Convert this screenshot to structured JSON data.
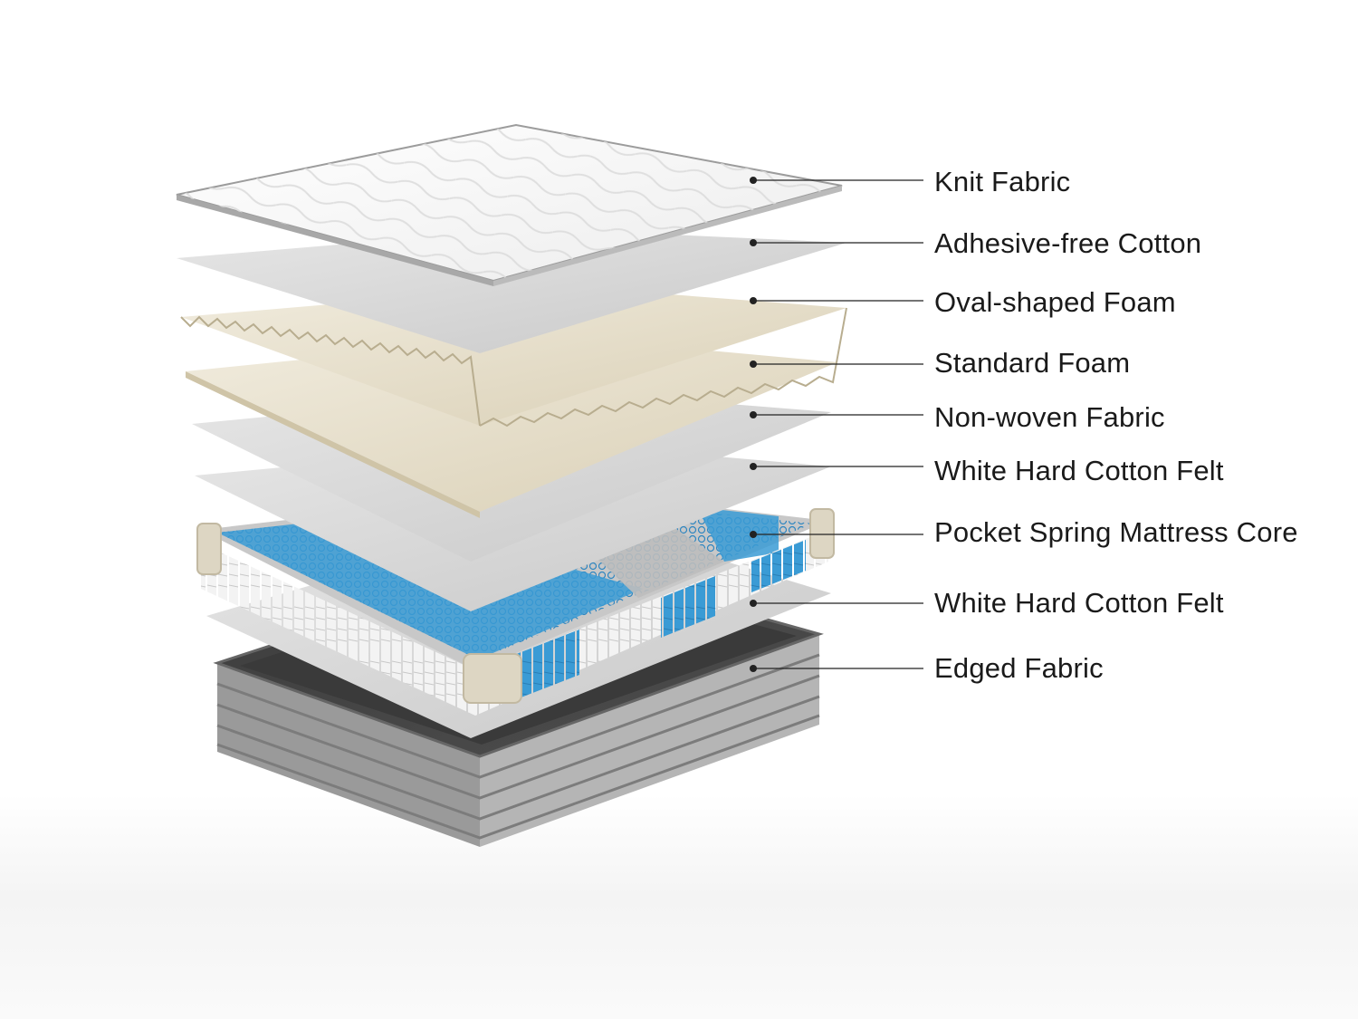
{
  "layers": [
    {
      "id": "knit-fabric",
      "label": "Knit Fabric",
      "color": "#f4f4f4"
    },
    {
      "id": "adhesive-free-cotton",
      "label": "Adhesive-free Cotton",
      "color": "#d9d9d9"
    },
    {
      "id": "oval-shaped-foam",
      "label": "Oval-shaped Foam",
      "color": "#e8e0cc"
    },
    {
      "id": "standard-foam",
      "label": "Standard Foam",
      "color": "#e6ddc7"
    },
    {
      "id": "non-woven-fabric",
      "label": "Non-woven Fabric",
      "color": "#d6d6d6"
    },
    {
      "id": "white-hard-cotton-felt-1",
      "label": "White Hard Cotton Felt",
      "color": "#d4d4d4"
    },
    {
      "id": "pocket-spring-core",
      "label": "Pocket Spring Mattress Core",
      "color": "#3a9bd5"
    },
    {
      "id": "white-hard-cotton-felt-2",
      "label": "White Hard Cotton Felt",
      "color": "#d2d2d2"
    },
    {
      "id": "edged-fabric",
      "label": "Edged Fabric",
      "color": "#5a5a5a"
    }
  ]
}
